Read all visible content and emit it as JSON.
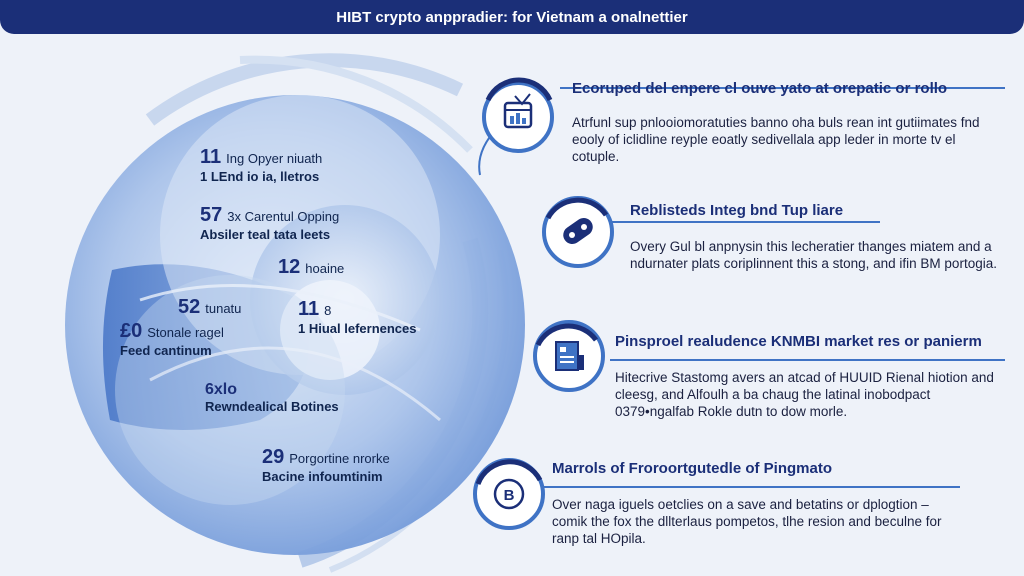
{
  "header": {
    "title": "HIBT crypto anppradier: for Vietnam a onalnettier"
  },
  "colors": {
    "navy": "#1b2f78",
    "accent": "#3f73c5",
    "ring_light": "#b9cdeb",
    "background": "#eef2f9"
  },
  "circle_stats": [
    {
      "value": "11",
      "label": "Ing Opyer niuath",
      "sub": "1 LEnd io ia, lletros"
    },
    {
      "value": "57",
      "label": "3x Carentul Opping",
      "sub": "Absiler teal tata leets"
    },
    {
      "value": "12",
      "label": "hoaine",
      "sub": ""
    },
    {
      "value": "52",
      "label": "tunatu",
      "sub": ""
    },
    {
      "value": "11",
      "label": "8",
      "sub": "1 Hiual lefernences"
    },
    {
      "value": "£0",
      "label": "Stonale ragel",
      "sub": "Feed cantinum"
    },
    {
      "value": "6xlo",
      "label": "",
      "sub": "Rewndealical Botines"
    },
    {
      "value": "29",
      "label": "Porgortine nrorke",
      "sub": "Bacine infoumtinim"
    }
  ],
  "features": [
    {
      "icon": "calendar-bar-chart-icon",
      "title": "Ecoruped del enpere cl ouve yato at orepatic or rollo",
      "description": "Atrfunl sup pnlooiomoratuties banno oha buls rean int gutiimates fnd eooly of iclidline reyple eoatly sedivellala app leder in morte tv el cotuple."
    },
    {
      "icon": "link-chain-icon",
      "title": "Reblisteds Integ bnd Tup liare",
      "description": "Overy Gul bl anpnysin this lecheratier thanges miatem and a ndurnater plats coriplinnent this a stong, and ifin BM portogia."
    },
    {
      "icon": "document-chart-icon",
      "title": "Pinsproel realudence KNMBI market res or panierm",
      "description": "Hitecrive Stastomg avers an atcad of HUUID Rienal hiotion and cleesg, and Alfoulh a ba chaug the latinal inobodpact 0379•ngalfab Rokle dutn to dow morle."
    },
    {
      "icon": "bitcoin-coin-icon",
      "title": "Marrols of Froroortgutedle of Pingmato",
      "description": "Over naga iguels oetclies on a save and betatins or dplogtion – comik the fox the dllterlaus pompetos, tlhe resion and beculne for ranp tal HOpila."
    }
  ]
}
